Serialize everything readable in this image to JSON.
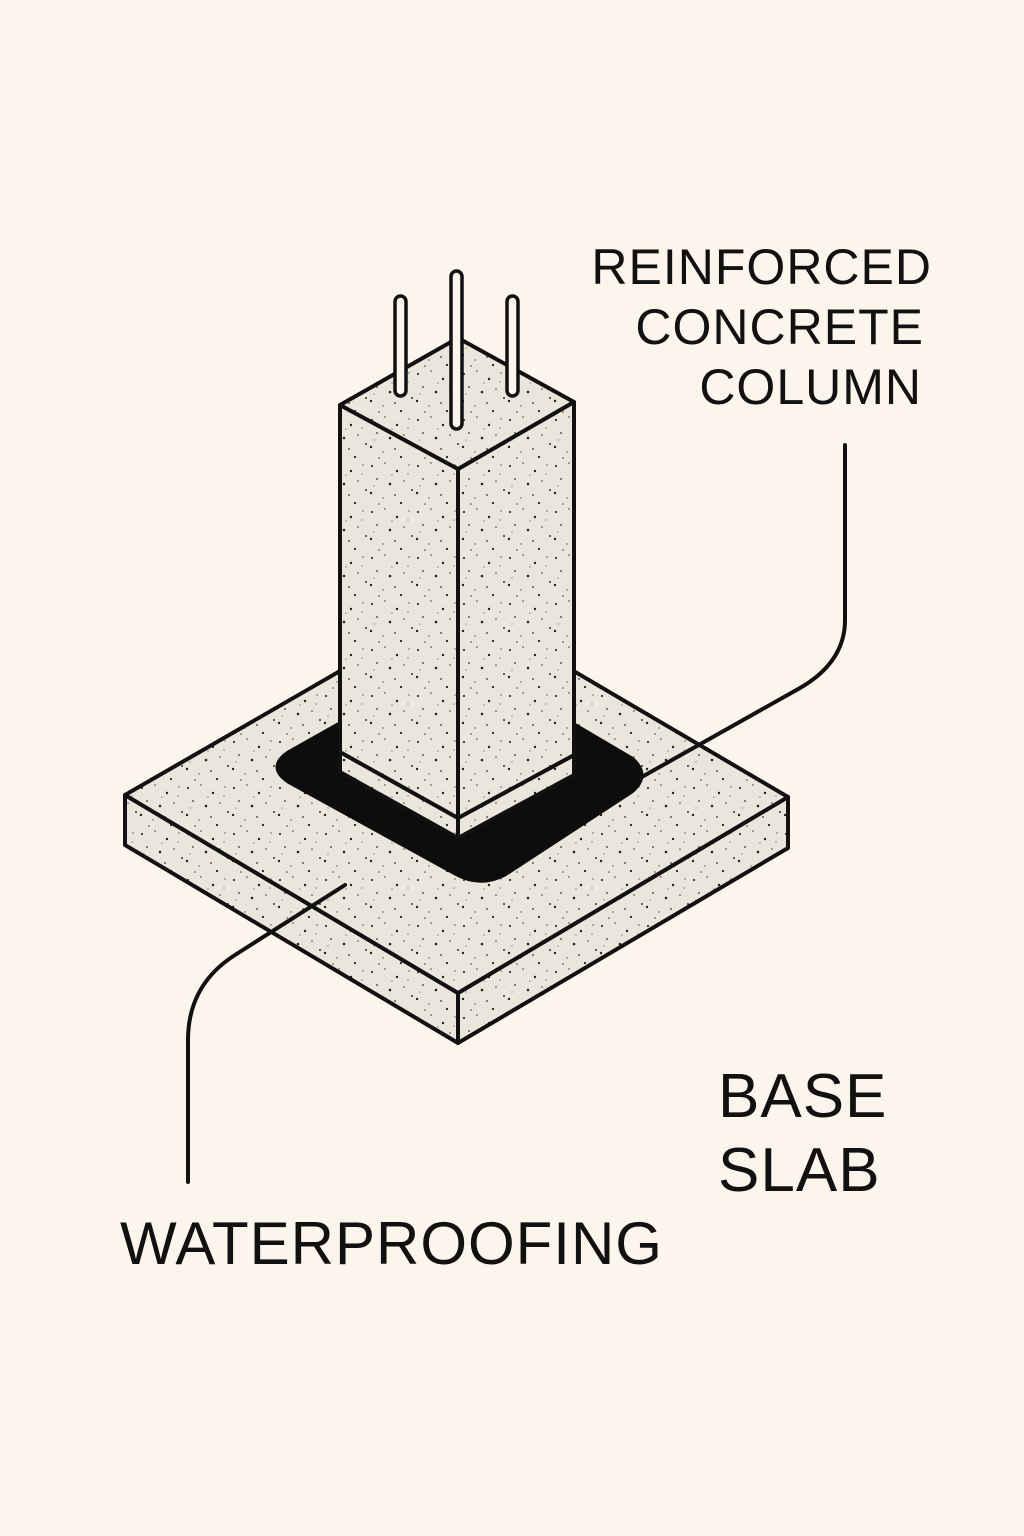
{
  "labels": {
    "column": [
      "REINFORCED",
      "CONCRETE",
      "COLUMN"
    ],
    "slab": [
      "BASE",
      "SLAB"
    ],
    "waterproofing": "WATERPROOFING"
  },
  "colors": {
    "background": "#fcf5ec",
    "concrete": "#ebe6dc",
    "outline": "#111111",
    "membrane": "#0d0d0d"
  }
}
